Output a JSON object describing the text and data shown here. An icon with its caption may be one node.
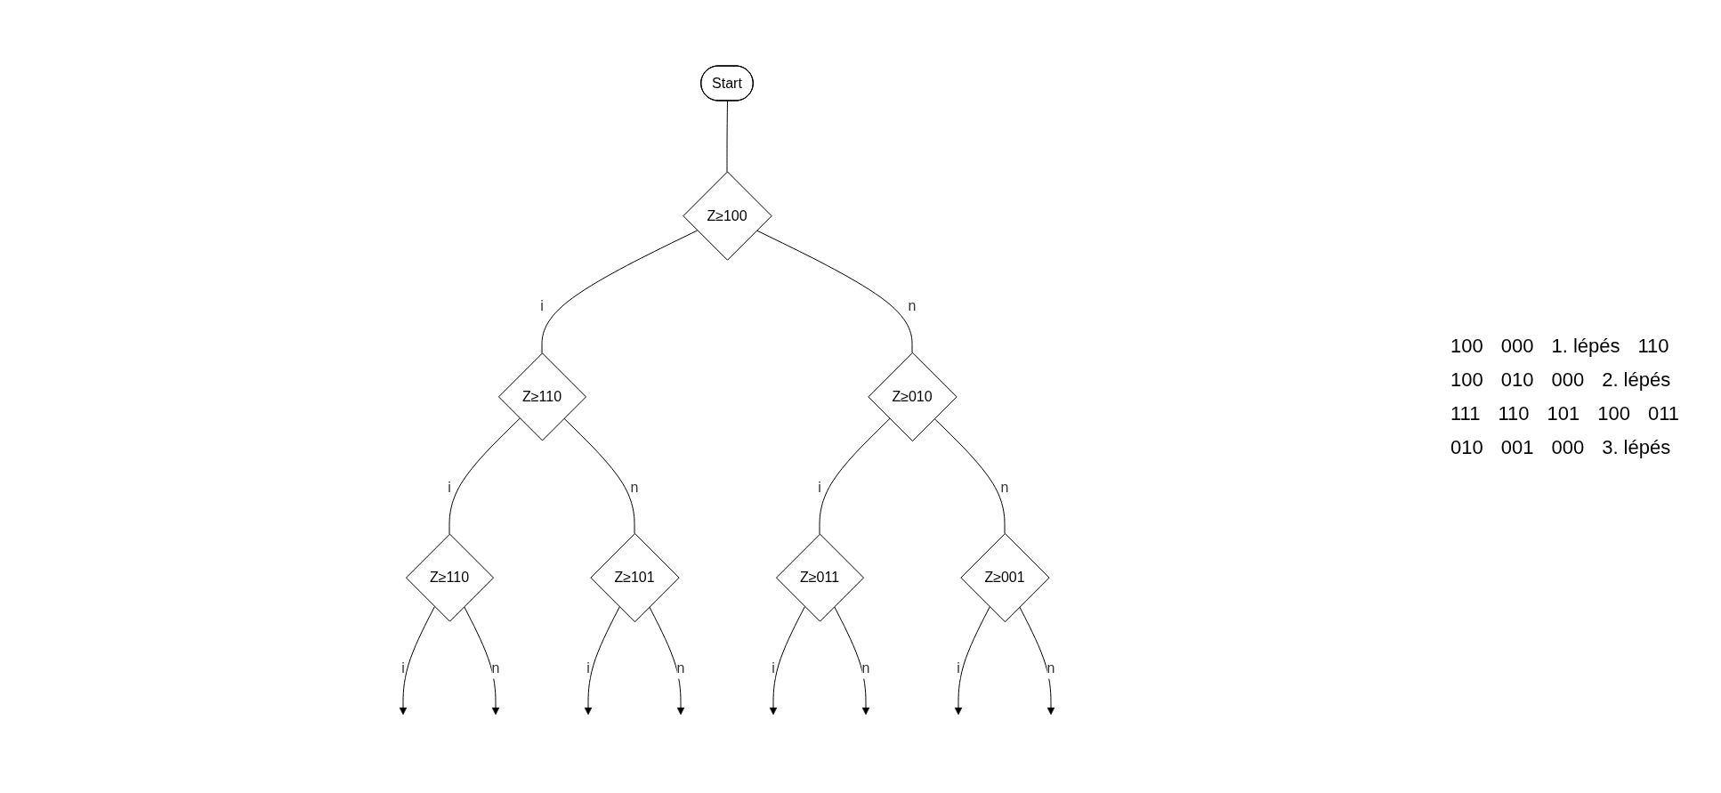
{
  "diagram": {
    "nodes": [
      {
        "text": [
          "Start"
        ]
      },
      {
        "text": [
          "Z≥100"
        ]
      },
      {
        "text": [
          "Z≥110"
        ]
      },
      {
        "text": [
          "Z≥010"
        ]
      },
      {
        "text": [
          "Z≥110"
        ]
      },
      {
        "text": [
          "Z≥101"
        ]
      },
      {
        "text": [
          "Z≥011"
        ]
      },
      {
        "text": [
          "Z≥001"
        ]
      }
    ],
    "edges": [
      {
        "from": 0,
        "to": 1,
        "arrow": "none"
      },
      {
        "from": 1,
        "to": 2,
        "arrow": "none",
        "label": "i"
      },
      {
        "from": 1,
        "to": 3,
        "arrow": "none",
        "label": "n"
      },
      {
        "from": 2,
        "to": 4,
        "arrow": "none",
        "label": "i"
      },
      {
        "from": 2,
        "to": 5,
        "arrow": "none",
        "label": "n"
      },
      {
        "from": 3,
        "to": 6,
        "arrow": "none",
        "label": "i"
      },
      {
        "from": 3,
        "to": 7,
        "arrow": "none",
        "label": "n"
      },
      {
        "from": 4,
        "to": null,
        "arrow": "to",
        "label": "i"
      },
      {
        "from": 4,
        "to": null,
        "arrow": "to",
        "label": "n"
      },
      {
        "from": 5,
        "to": null,
        "arrow": "to",
        "label": "i"
      },
      {
        "from": 5,
        "to": null,
        "arrow": "to",
        "label": "n"
      },
      {
        "from": 6,
        "to": null,
        "arrow": "to",
        "label": "i"
      },
      {
        "from": 6,
        "to": null,
        "arrow": "to",
        "label": "n"
      },
      {
        "from": 7,
        "to": null,
        "arrow": "to",
        "label": "i"
      },
      {
        "from": 7,
        "to": null,
        "arrow": "to",
        "label": "n"
      }
    ],
    "labels": [
      "100",
      "000",
      "1. lépés",
      "110",
      "100",
      "010",
      "000",
      "2. lépés",
      "111",
      "110",
      "101",
      "100",
      "011",
      "010",
      "001",
      "000",
      "3. lépés"
    ]
  }
}
